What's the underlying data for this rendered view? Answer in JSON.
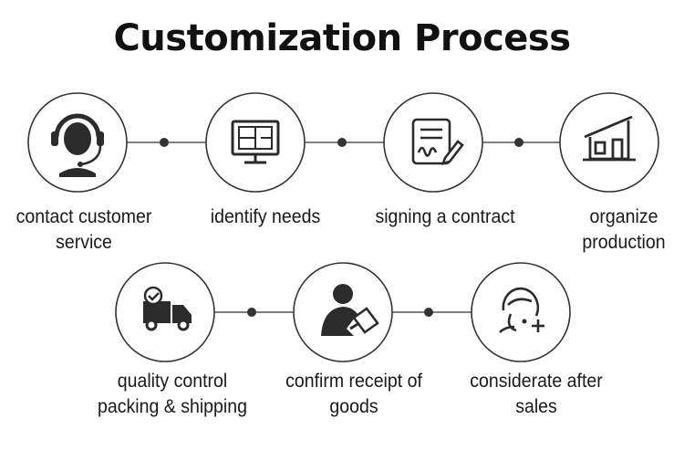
{
  "title": "Customization Process",
  "colors": {
    "circle_stroke": "#333333",
    "connector": "#555555",
    "icon": "#2b2b2b",
    "text": "#1a1a1a"
  },
  "steps": [
    {
      "label": "contact customer\nservice",
      "icon": "headset-icon"
    },
    {
      "label": "identify needs",
      "icon": "monitor-blueprint-icon"
    },
    {
      "label": "signing a contract",
      "icon": "contract-signature-icon"
    },
    {
      "label": "organize\nproduction",
      "icon": "factory-icon"
    },
    {
      "label": "quality control\npacking & shipping",
      "icon": "delivery-truck-check-icon"
    },
    {
      "label": "confirm receipt of\ngoods",
      "icon": "person-receiving-document-icon"
    },
    {
      "label": "considerate after\nsales",
      "icon": "support-agent-plus-icon"
    }
  ]
}
